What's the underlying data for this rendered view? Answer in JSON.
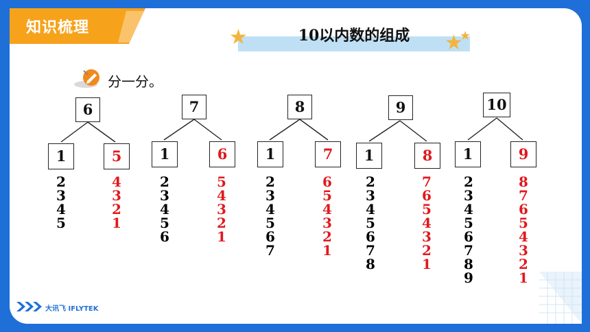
{
  "header": {
    "tag_label": "知识梳理",
    "title": "10以内数的组成"
  },
  "instruction": "分一分。",
  "trees": [
    {
      "top": "6",
      "left": "1",
      "right": "5",
      "left_col": [
        "2",
        "3",
        "4",
        "5"
      ],
      "right_col": [
        "4",
        "3",
        "2",
        "1"
      ]
    },
    {
      "top": "7",
      "left": "1",
      "right": "6",
      "left_col": [
        "2",
        "3",
        "4",
        "5",
        "6"
      ],
      "right_col": [
        "5",
        "4",
        "3",
        "2",
        "1"
      ]
    },
    {
      "top": "8",
      "left": "1",
      "right": "7",
      "left_col": [
        "2",
        "3",
        "4",
        "5",
        "6",
        "7"
      ],
      "right_col": [
        "6",
        "5",
        "4",
        "3",
        "2",
        "1"
      ]
    },
    {
      "top": "9",
      "left": "1",
      "right": "8",
      "left_col": [
        "2",
        "3",
        "4",
        "5",
        "6",
        "7",
        "8"
      ],
      "right_col": [
        "7",
        "6",
        "5",
        "4",
        "3",
        "2",
        "1"
      ]
    },
    {
      "top": "10",
      "left": "1",
      "right": "9",
      "left_col": [
        "2",
        "3",
        "4",
        "5",
        "6",
        "7",
        "8",
        "9"
      ],
      "right_col": [
        "8",
        "7",
        "6",
        "5",
        "4",
        "3",
        "2",
        "1"
      ]
    }
  ],
  "colors": {
    "frame": "#1e6fd8",
    "tag": "#f7a21b",
    "red": "#e0191e",
    "title_bar": "#bfe0f4"
  },
  "logo": {
    "text": "大讯飞 IFLYTEK"
  }
}
